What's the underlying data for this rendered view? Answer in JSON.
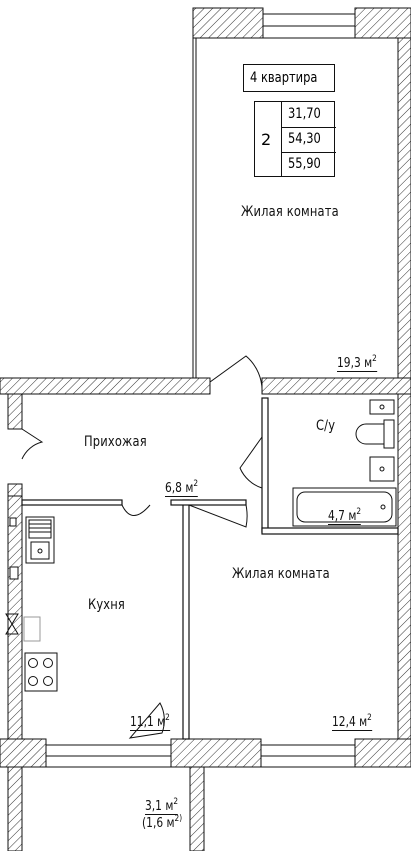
{
  "apartment": {
    "title": "4 квартира",
    "rooms_count": "2",
    "areas": [
      "31,70",
      "54,30",
      "55,90"
    ]
  },
  "rooms": {
    "living_room_1": {
      "name": "Жилая комната",
      "area": "19,3 м",
      "unit_sup": "2"
    },
    "hallway": {
      "name": "Прихожая",
      "area": "6,8 м",
      "unit_sup": "2"
    },
    "bathroom": {
      "name": "С/у",
      "area": "4,7 м",
      "unit_sup": "2"
    },
    "living_room_2": {
      "name": "Жилая комната",
      "area": "12,4 м",
      "unit_sup": "2"
    },
    "kitchen": {
      "name": "Кухня",
      "area": "11,1 м",
      "unit_sup": "2"
    },
    "balcony": {
      "area": "3,1 м",
      "unit_sup": "2",
      "reduced_area": "(1,6 м",
      "reduced_sup": "2)"
    }
  },
  "colors": {
    "wall": "#111111",
    "hatch": "#333333",
    "background": "#ffffff"
  }
}
